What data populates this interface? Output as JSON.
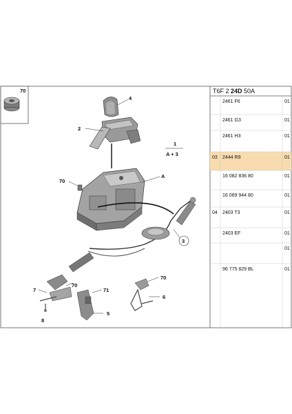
{
  "diagram": {
    "inset_callout": "70",
    "callouts": {
      "c4": "4",
      "c2": "2",
      "cA": "A",
      "c70a": "70",
      "c3": "3",
      "c7": "7",
      "c70b": "70",
      "c71": "71",
      "c8": "8",
      "c5": "5",
      "c70c": "70",
      "c6": "6"
    },
    "fraction": {
      "top": "1",
      "bottom": "A + 3"
    }
  },
  "parts_table": {
    "header": {
      "prefix": "T6F 2 ",
      "bold": "24D",
      "suffix": " 50A"
    },
    "rows": [
      {
        "index": "",
        "ref": "2461 F6",
        "qty": "01",
        "highlight": false
      },
      {
        "index": "",
        "ref": "2461 G3",
        "qty": "01",
        "highlight": false
      },
      {
        "index": "",
        "ref": "2461 H3",
        "qty": "01",
        "highlight": false
      },
      {
        "index": "03",
        "ref": "2444 R9",
        "qty": "01",
        "highlight": true
      },
      {
        "index": "",
        "ref": "16 082 836 80",
        "qty": "01",
        "highlight": false
      },
      {
        "index": "",
        "ref": "16 069 944 80",
        "qty": "01",
        "highlight": false
      },
      {
        "index": "04",
        "ref": "2403 T3",
        "qty": "01",
        "highlight": false
      },
      {
        "index": "",
        "ref": "2403 EF",
        "qty": "01",
        "highlight": false
      },
      {
        "index": "",
        "ref": "",
        "qty": "01",
        "highlight": false
      },
      {
        "index": "",
        "ref": "96 775 829 BL",
        "qty": "01",
        "highlight": false
      }
    ],
    "colors": {
      "highlight": "#f8dcb0",
      "line": "#555555"
    }
  }
}
